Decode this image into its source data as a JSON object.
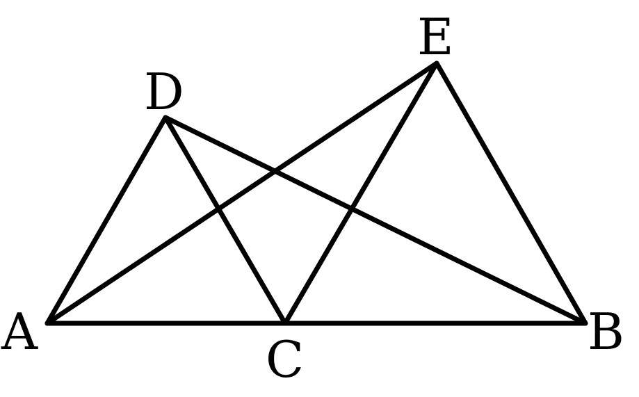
{
  "points": [
    {
      "id": "A",
      "label": "A"
    },
    {
      "id": "B",
      "label": "B"
    },
    {
      "id": "C",
      "label": "C"
    },
    {
      "id": "D",
      "label": "D"
    },
    {
      "id": "E",
      "label": "E"
    }
  ],
  "segments": [
    {
      "id": "AB",
      "from": "A",
      "to": "B"
    },
    {
      "id": "AD",
      "from": "A",
      "to": "D"
    },
    {
      "id": "AE",
      "from": "A",
      "to": "E"
    },
    {
      "id": "DC",
      "from": "D",
      "to": "C"
    },
    {
      "id": "DB",
      "from": "D",
      "to": "B"
    },
    {
      "id": "CE",
      "from": "C",
      "to": "E"
    },
    {
      "id": "EB",
      "from": "E",
      "to": "B"
    }
  ],
  "colors": {
    "line": "#000000",
    "background": "#ffffff"
  }
}
